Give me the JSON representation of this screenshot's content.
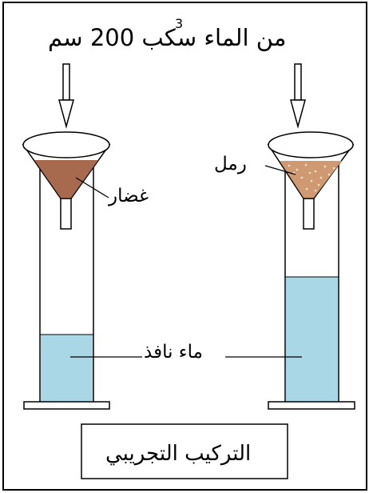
{
  "title": {
    "text": "سكب 200 سم",
    "superscript": "3",
    "suffix": "من الماء"
  },
  "labels": {
    "clay": "غضار",
    "sand": "رمل",
    "water": "ماء نافذ"
  },
  "caption": "التركيب التجريبي",
  "colors": {
    "outline": "#000000",
    "water": "#a9d7e5",
    "clay": "#a86a4e",
    "sand": "#cf9a72",
    "background": "#ffffff"
  },
  "water_levels": {
    "left_cylinder_fraction": 0.28,
    "right_cylinder_fraction": 0.52
  }
}
